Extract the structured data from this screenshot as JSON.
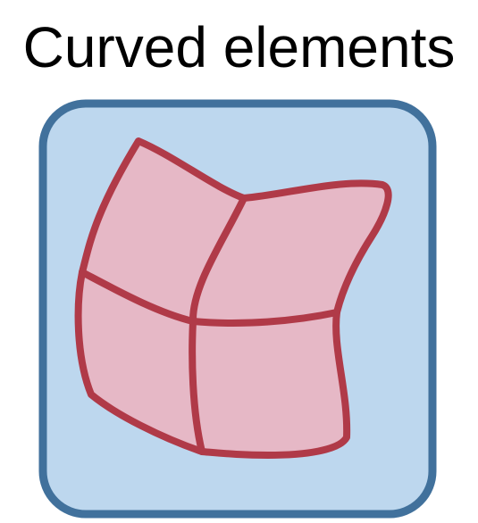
{
  "title": "Curved elements",
  "colors": {
    "panel_fill": "#bdd7ee",
    "panel_border": "#41719c",
    "element_fill": "#e6b8c6",
    "element_edge": "#b03a48"
  },
  "diagram": {
    "panel_icon": "rounded-square-panel",
    "mesh_icon": "curved-quad-mesh",
    "mesh_rows": 2,
    "mesh_cols": 2
  }
}
